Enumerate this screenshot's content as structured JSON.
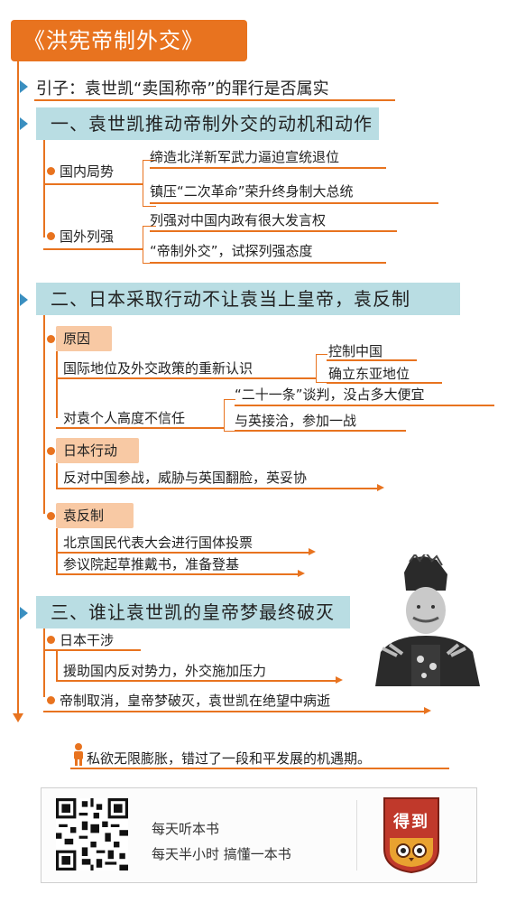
{
  "title": "《洪宪帝制外交》",
  "intro": "引子：袁世凯“卖国称帝”的罪行是否属实",
  "sections": [
    {
      "heading": "一、袁世凯推动帝制外交的动机和动作",
      "groups": [
        {
          "label": "国内局势",
          "items": [
            "缔造北洋新军武力逼迫宣统退位",
            "镇压“二次革命”荣升终身制大总统"
          ]
        },
        {
          "label": "国外列强",
          "items": [
            "列强对中国内政有很大发言权",
            "“帝制外交”，试探列强态度"
          ]
        }
      ]
    },
    {
      "heading": "二、日本采取行动不让袁当上皇帝，袁反制",
      "reason": {
        "label": "原因",
        "a": {
          "text": "国际地位及外交政策的重新认识",
          "subs": [
            "控制中国",
            "确立东亚地位"
          ]
        },
        "b": {
          "text": "对袁个人高度不信任",
          "subs": [
            "“二十一条”谈判，没占多大便宜",
            "与英接洽，参加一战"
          ]
        }
      },
      "japan": {
        "label": "日本行动",
        "text": "反对中国参战，威胁与英国翻脸，英妥协"
      },
      "yuan": {
        "label": "袁反制",
        "items": [
          "北京国民代表大会进行国体投票",
          "参议院起草推戴书，准备登基"
        ]
      }
    },
    {
      "heading": "三、谁让袁世凯的皇帝梦最终破灭",
      "interfere": {
        "label": "日本干涉",
        "text": "援助国内反对势力，外交施加压力"
      },
      "end": "帝制取消，皇帝梦破灭，袁世凯在绝望中病逝"
    }
  ],
  "conclusion": "私欲无限膨胀，错过了一段和平发展的机遇期。",
  "footer": {
    "line1": "每天听本书",
    "line2": "每天半小时 搞懂一本书",
    "logo_text": "得到"
  },
  "colors": {
    "accent": "#e8731f",
    "bar": "#b9dde3",
    "tag": "#f8c9a4",
    "triangle": "#3a8fc0"
  }
}
